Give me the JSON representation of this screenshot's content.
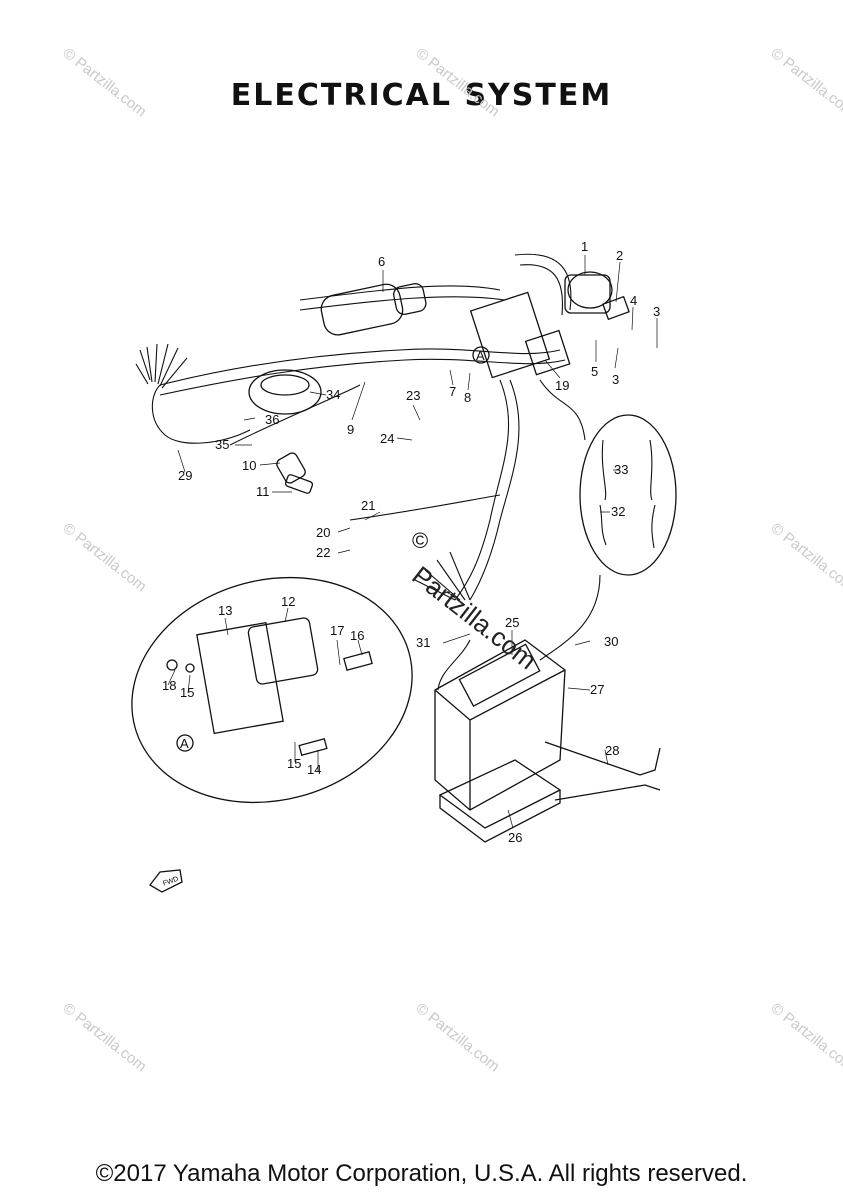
{
  "title": "ELECTRICAL SYSTEM",
  "watermark": "© Partzilla.com",
  "center_watermark": {
    "mark": "©",
    "brand": "Partzilla.com"
  },
  "copyright": "©2017 Yamaha Motor Corporation, U.S.A. All rights reserved.",
  "fwd_label": "FWD",
  "detail_marker": "A",
  "part_numbers": [
    "1",
    "2",
    "3",
    "3",
    "4",
    "5",
    "6",
    "7",
    "8",
    "9",
    "10",
    "11",
    "12",
    "13",
    "14",
    "15",
    "15",
    "16",
    "17",
    "18",
    "19",
    "20",
    "21",
    "22",
    "23",
    "24",
    "25",
    "26",
    "27",
    "28",
    "29",
    "30",
    "31",
    "32",
    "33",
    "34",
    "35",
    "36"
  ]
}
